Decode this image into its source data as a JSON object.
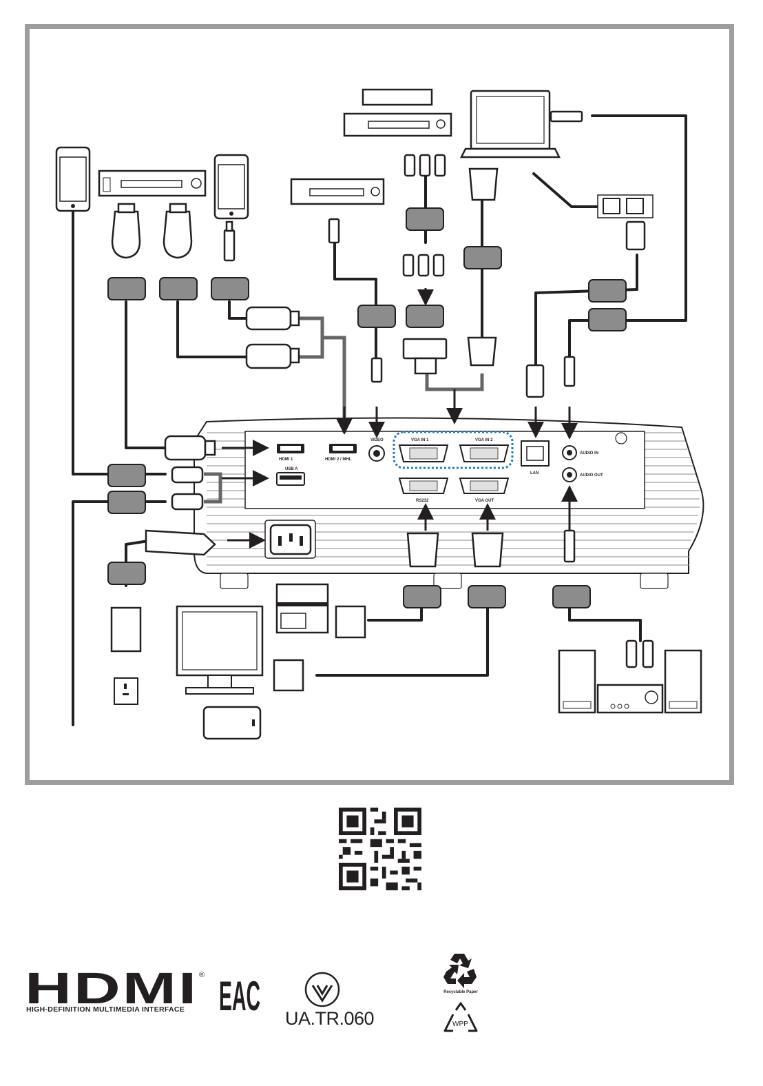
{
  "ports": {
    "hdmi1": "HDMI 1",
    "hdmi2_mhl": "HDMI 2 / MHL",
    "video": "VIDEO",
    "vga_in_1": "VGA IN 1",
    "vga_in_2": "VGA IN 2",
    "usb_a": "USB A",
    "rs232": "RS232",
    "vga_out": "VGA OUT",
    "lan": "LAN",
    "audio_in": "AUDIO IN",
    "audio_out": "AUDIO OUT"
  },
  "logos": {
    "hdmi_wordmark": "HDMI",
    "hdmi_tagline": "HIGH-DEFINITION MULTIMEDIA INTERFACE",
    "eac": "EAC",
    "ua_mark": "UA.TR.060",
    "recycle_caption": "Recyclable Paper",
    "wpp": "WPP"
  },
  "colors": {
    "ink": "#231f20",
    "frame": "#9d9d9d",
    "label_box": "#8c8c8c",
    "vga_highlight": "#1f7bc4"
  },
  "icons": [
    "smartphone-icon",
    "blu-ray-player-icon",
    "dvd-player-icon",
    "laptop-icon",
    "network-switch-icon",
    "power-outlet-icon",
    "monitor-icon",
    "rs232-control-box-icon",
    "speaker-icon",
    "amplifier-icon",
    "usb-power-adapter-icon",
    "qr-code-icon",
    "recycle-icon"
  ]
}
